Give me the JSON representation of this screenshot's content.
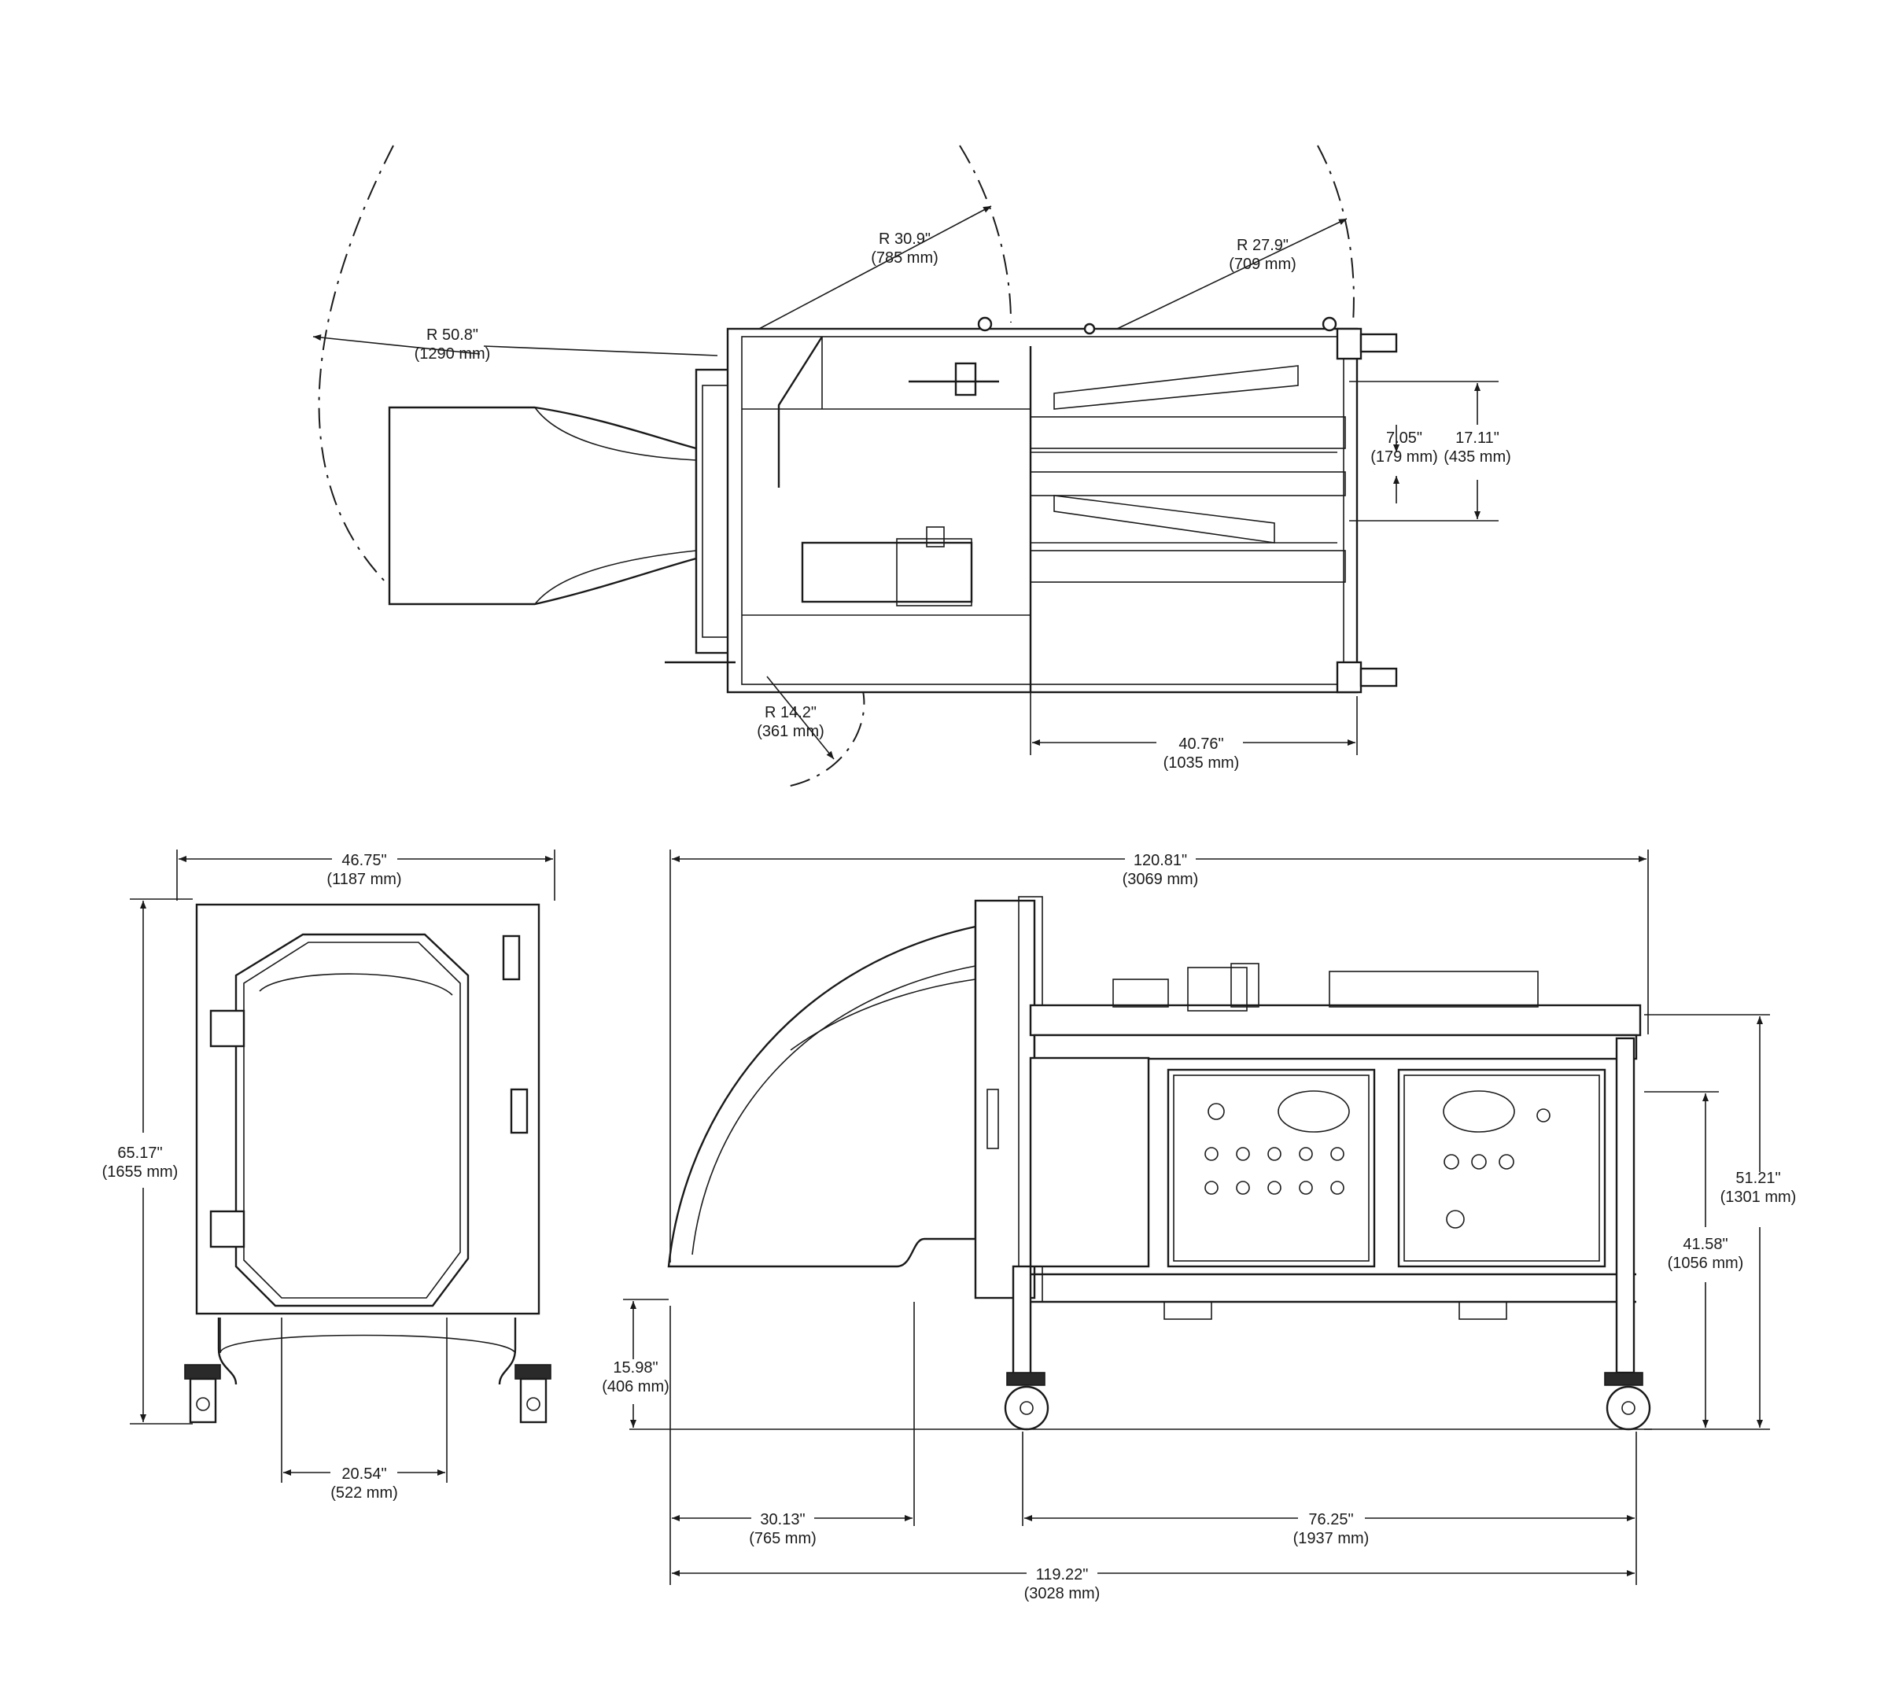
{
  "dimensions": {
    "r_50_8": {
      "in": "R 50.8\"",
      "mm": "(1290 mm)"
    },
    "r_30_9": {
      "in": "R 30.9\"",
      "mm": "(785 mm)"
    },
    "r_27_9": {
      "in": "R 27.9\"",
      "mm": "(709 mm)"
    },
    "r_14_2": {
      "in": "R 14.2\"",
      "mm": "(361 mm)"
    },
    "d_7_05": {
      "in": "7.05\"",
      "mm": "(179 mm)"
    },
    "d_17_11": {
      "in": "17.11\"",
      "mm": "(435 mm)"
    },
    "d_40_76": {
      "in": "40.76\"",
      "mm": "(1035 mm)"
    },
    "d_46_75": {
      "in": "46.75\"",
      "mm": "(1187 mm)"
    },
    "d_65_17": {
      "in": "65.17\"",
      "mm": "(1655 mm)"
    },
    "d_20_54": {
      "in": "20.54\"",
      "mm": "(522 mm)"
    },
    "d_120_81": {
      "in": "120.81\"",
      "mm": "(3069 mm)"
    },
    "d_51_21": {
      "in": "51.21\"",
      "mm": "(1301 mm)"
    },
    "d_41_58": {
      "in": "41.58\"",
      "mm": "(1056 mm)"
    },
    "d_15_98": {
      "in": "15.98\"",
      "mm": "(406 mm)"
    },
    "d_30_13": {
      "in": "30.13\"",
      "mm": "(765 mm)"
    },
    "d_76_25": {
      "in": "76.25\"",
      "mm": "(1937 mm)"
    },
    "d_119_22": {
      "in": "119.22\"",
      "mm": "(3028 mm)"
    }
  }
}
